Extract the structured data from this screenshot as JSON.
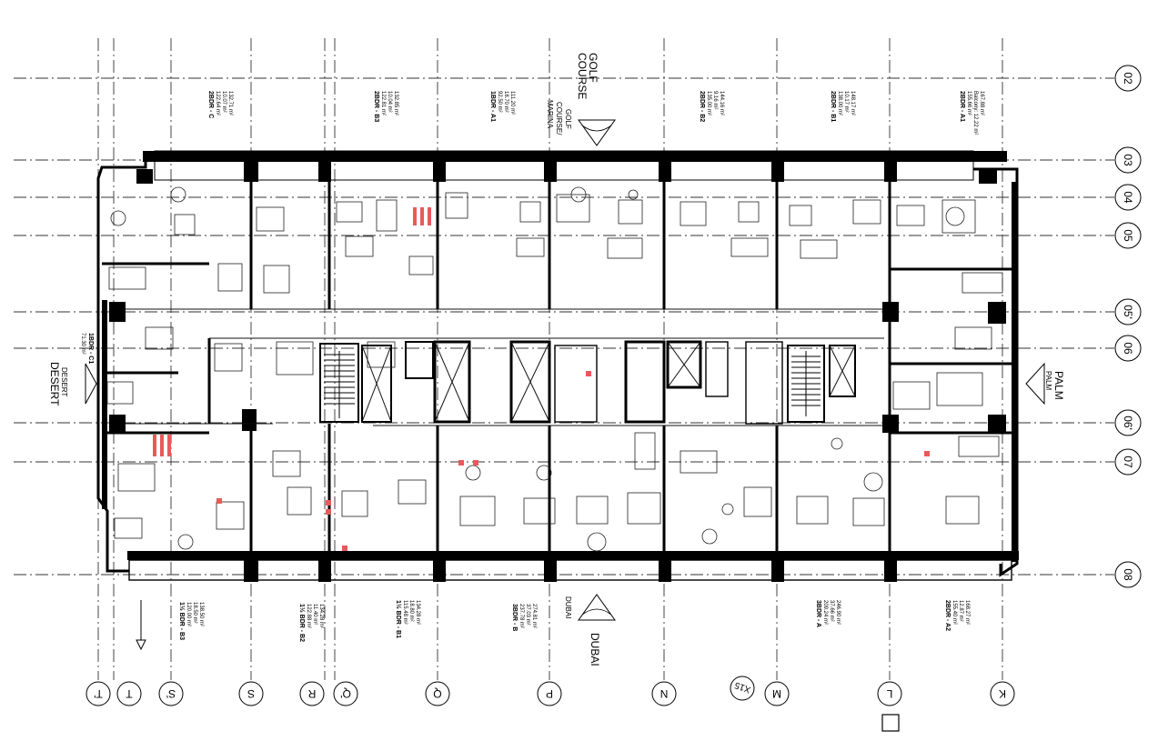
{
  "grid_rows": [
    "02",
    "03",
    "04",
    "05",
    "05'",
    "06",
    "06'",
    "07",
    "08"
  ],
  "grid_cols": [
    "T'",
    "T",
    "S'",
    "S",
    "R",
    "Q'",
    "Q",
    "P",
    "N",
    "X15",
    "M",
    "L",
    "K"
  ],
  "units_top": [
    {
      "name": "2BDR - C",
      "l1": "122.64 m²",
      "l2": "10.07 m²",
      "l3": "132.71 m²"
    },
    {
      "name": "2BDR - B3",
      "l1": "122.81 m²",
      "l2": "10.04 m²",
      "l3": "132.85 m²"
    },
    {
      "name": "1BDR - A1",
      "l1": "92.50 m²",
      "l2": "18.70 m²",
      "l3": "111.20 m²"
    },
    {
      "name": "2BDR - B2",
      "l1": "135.00 m²",
      "l2": "9.16 m²",
      "l3": "144.16 m²"
    },
    {
      "name": "2BDR - B1",
      "l1": "138.00 m²",
      "l2": "10.17 m²",
      "l3": "148.17 m²"
    },
    {
      "name": "2BDR - A1",
      "l1": "155.66 m²",
      "l2": "Balcony: 12.22 m²",
      "l3": "167.88 m²"
    }
  ],
  "units_bottom": [
    {
      "name": "1½ BDR - B3",
      "l1": "120.00 m²",
      "l2": "18.50 m²",
      "l3": "138.50 m²"
    },
    {
      "name": "1½ BDR - B2",
      "l1": "122.88 m²",
      "l2": "11.40 m²",
      "l3": "134.28 m²"
    },
    {
      "name": "1½ BDR - B1",
      "l1": "115.48 m²",
      "l2": "18.80 m²",
      "l3": "134.28 m²"
    },
    {
      "name": "3BDR - B",
      "l1": "237.78 m²",
      "l2": "37.03 m²",
      "l3": "274.81 m²"
    },
    {
      "name": "3BDR - A",
      "l1": "209.24 m²",
      "l2": "37.66 m²",
      "l3": "246.90 m²"
    },
    {
      "name": "2BDR - A2",
      "l1": "155.40 m²",
      "l2": "12.87 m²",
      "l3": "168.27 m²"
    }
  ],
  "unit_left": {
    "name": "1BDR - C1",
    "l1": "71.30 m²"
  },
  "views": {
    "top_large_1": "GOLF",
    "top_large_2": "COURSE",
    "top_small_1": "GOLF",
    "top_small_2": "COURSE/",
    "top_small_3": "MARINA",
    "bottom_large": "DUBAI",
    "bottom_small": "DUBAI",
    "left_large": "DESERT",
    "left_small": "DESERT",
    "right_large": "PALM",
    "right_small": "PALM"
  }
}
